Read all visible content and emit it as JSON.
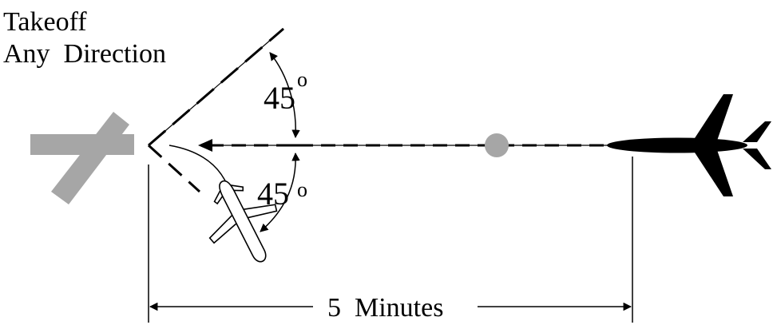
{
  "title": {
    "line1": "Takeoff",
    "line2": "Any  Direction"
  },
  "angles": {
    "upper": "45",
    "lower": "45",
    "degree_symbol": "o"
  },
  "dimension": {
    "label": "5  Minutes"
  },
  "colors": {
    "ink": "#000000",
    "runway": "#a6a6a6",
    "marker": "#a6a6a6",
    "aircraft_outline_fill": "#ffffff"
  },
  "icons": {
    "runway": "runway-crossed-icon",
    "aircraft_inbound": "airplane-solid-icon",
    "aircraft_turning": "airplane-outline-icon",
    "marker": "dot-icon"
  }
}
